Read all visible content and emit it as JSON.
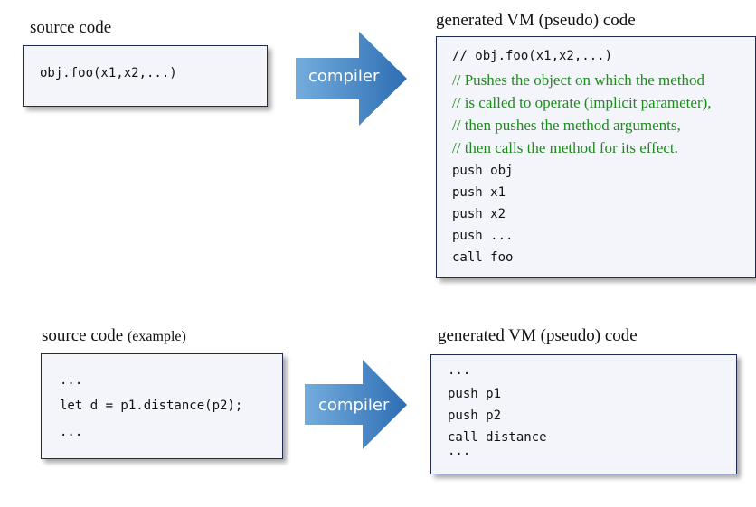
{
  "top": {
    "source_heading": "source code",
    "source_code": "obj.foo(x1,x2,...)",
    "compiler_label": "compiler",
    "output_heading": "generated VM (pseudo) code",
    "output_first_line": "// obj.foo(x1,x2,...)",
    "comments": [
      "// Pushes the object on which the method",
      "// is called to operate (implicit parameter),",
      "// then pushes the method arguments,",
      "// then calls the method for its effect."
    ],
    "vm_lines": [
      "push obj",
      "push x1",
      "push x2",
      "push ...",
      "call foo"
    ]
  },
  "bottom": {
    "source_heading": "source code",
    "source_heading_suffix": "(example)",
    "source_lines": [
      "...",
      "let d = p1.distance(p2);",
      "..."
    ],
    "compiler_label": "compiler",
    "output_heading": "generated VM (pseudo) code",
    "vm_lines": [
      "...",
      "push p1",
      "push p2",
      "call distance",
      "..."
    ]
  },
  "colors": {
    "box_fill": "#f4f4fb",
    "box_border": "#1f2a55",
    "comment_green": "#1e8a1e",
    "arrow_light": "#6aa6da",
    "arrow_dark": "#2f6fb5"
  }
}
